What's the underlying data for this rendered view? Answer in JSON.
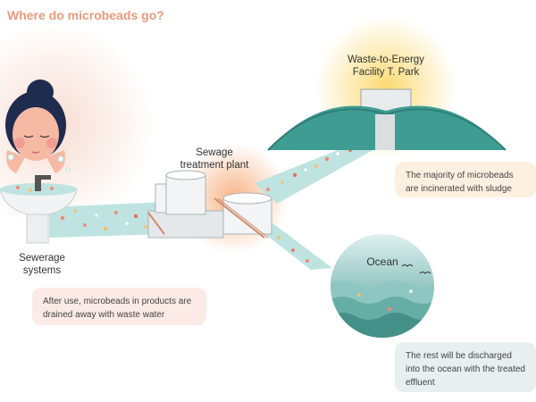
{
  "title": "Where do microbeads go?",
  "nodes": {
    "sewerage": "Sewerage\nsystems",
    "treatment": "Sewage\ntreatment plant",
    "waste_energy": "Waste-to-Energy\nFacility T. Park",
    "ocean": "Ocean"
  },
  "notes": {
    "sewerage": "After use, microbeads in products are drained away with waste water",
    "incinerated": "The majority of microbeads are incinerated with sludge",
    "ocean": "The rest will be discharged into the ocean with the treated effluent"
  },
  "colors": {
    "title": "#e89a7c",
    "water_stream": "#bfe3e0",
    "building_roof": "#3f9c92",
    "sewerage_note_bg": "#fbeae6",
    "incinerated_note_bg": "#fdf0e0",
    "ocean_note_bg": "#e7efef"
  }
}
